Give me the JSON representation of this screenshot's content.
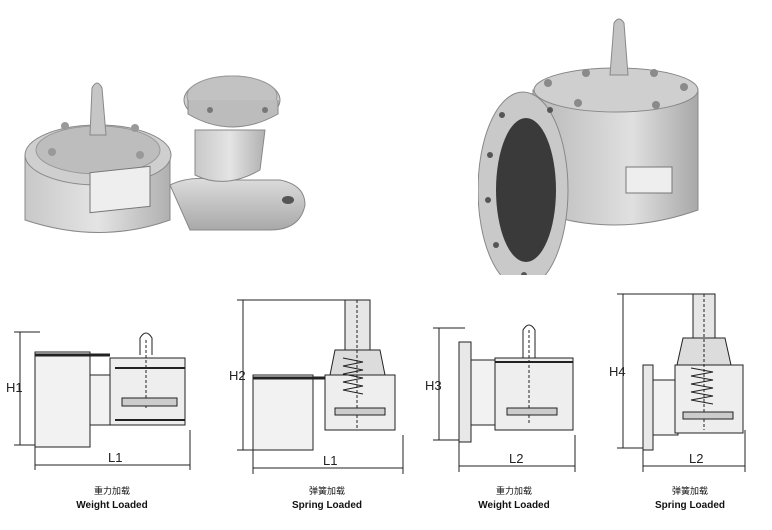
{
  "photos": [
    {
      "name": "weight-loaded-valve-photo"
    },
    {
      "name": "flanged-elbow-valve-photo"
    }
  ],
  "drawings": [
    {
      "height_label": "H1",
      "length_label": "L1",
      "caption_cn": "重力加载",
      "caption_en": "Weight Loaded"
    },
    {
      "height_label": "H2",
      "length_label": "L1",
      "caption_cn": "弹簧加载",
      "caption_en": "Spring Loaded"
    },
    {
      "height_label": "H3",
      "length_label": "L2",
      "caption_cn": "重力加载",
      "caption_en": "Weight Loaded"
    },
    {
      "height_label": "H4",
      "length_label": "L2",
      "caption_cn": "弹簧加载",
      "caption_en": "Spring Loaded"
    }
  ]
}
